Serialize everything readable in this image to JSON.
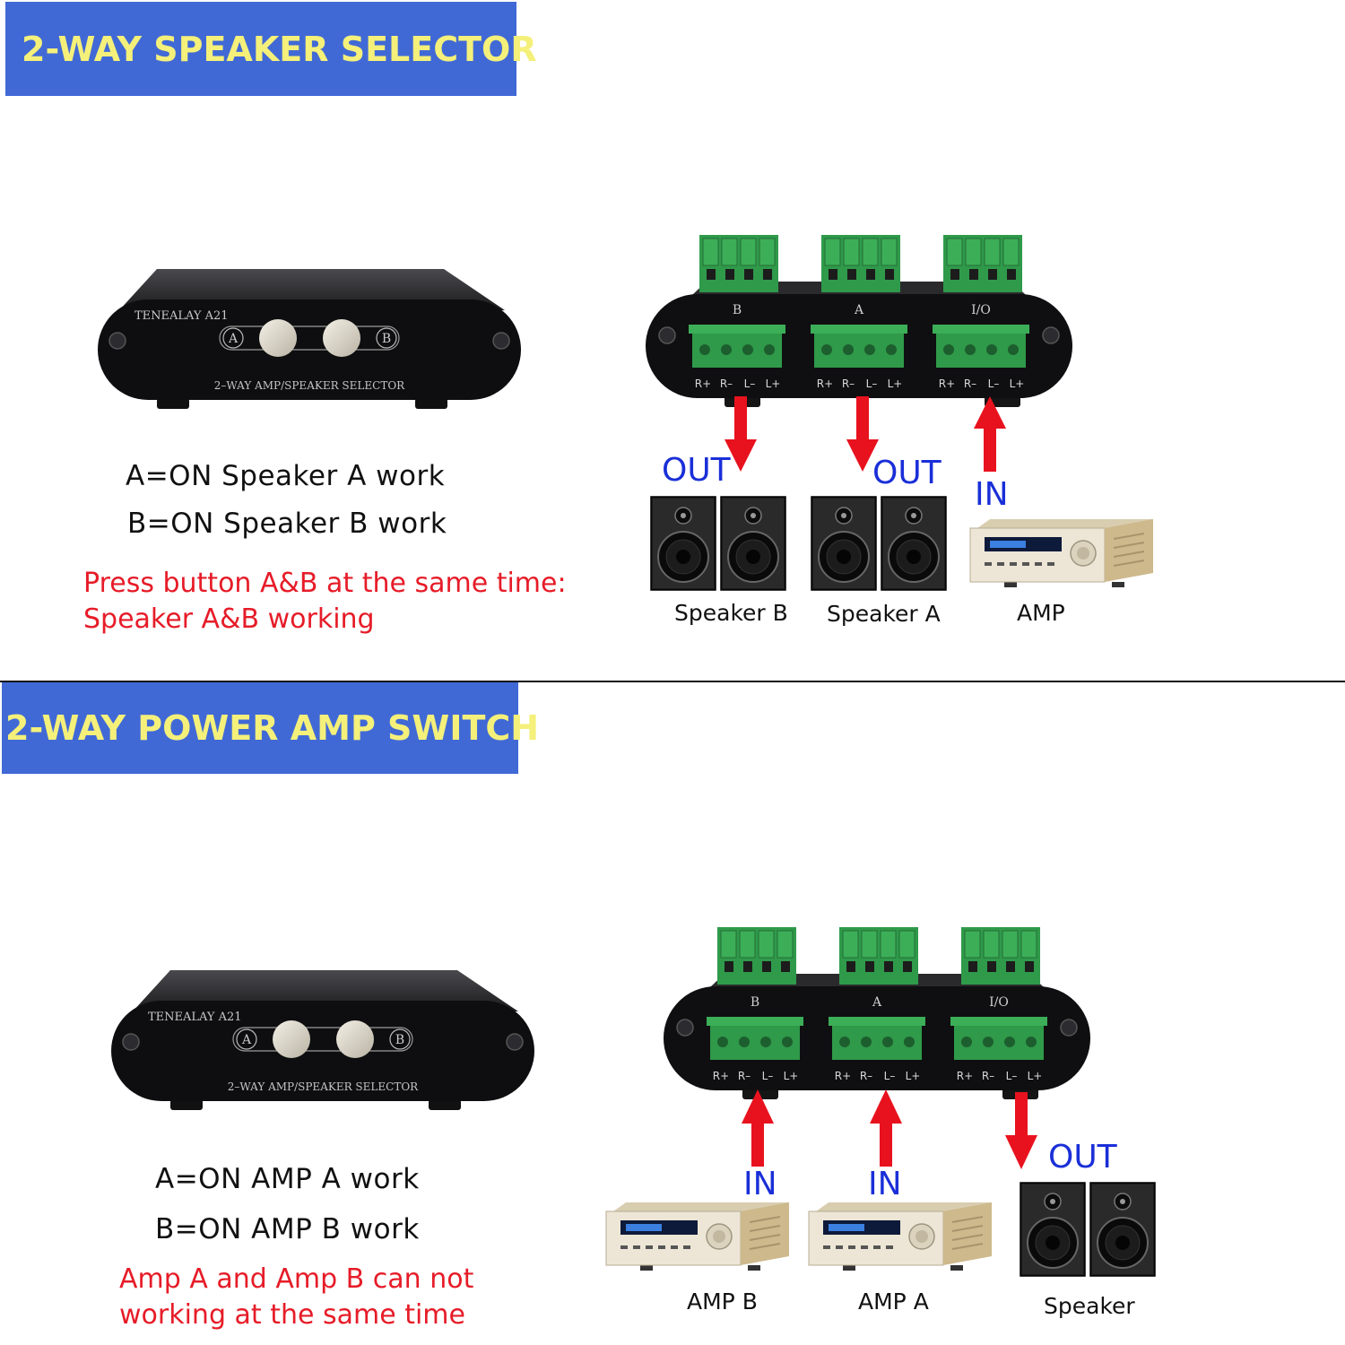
{
  "colors": {
    "banner_bg": "#4169d6",
    "banner_text": "#f4f07a",
    "arrow": "#e8121e",
    "note_red": "#e61c28",
    "label_blue": "#1a2fd8"
  },
  "icons": [
    "arrow-down-icon",
    "arrow-up-icon",
    "speaker-icon",
    "amplifier-icon",
    "terminal-block-icon",
    "push-button-icon",
    "screw-icon"
  ],
  "selector_device": {
    "brand": "TENEALAY  A21",
    "button_a": "A",
    "button_b": "B",
    "caption": "2–WAY  AMP/SPEAKER  SELECTOR"
  },
  "rear_panel": {
    "ports": [
      "B",
      "A",
      "I/O"
    ],
    "pins": [
      "R+",
      "R–",
      "L–",
      "L+"
    ]
  },
  "section1": {
    "title": "2-WAY SPEAKER SELECTOR",
    "line_a": "A=ON Speaker A work",
    "line_b": "B=ON Speaker B work",
    "note_1": "Press button A&B at the same time:",
    "note_2": "Speaker A&B working",
    "flow_b": "OUT",
    "flow_a": "OUT",
    "flow_io": "IN",
    "label_b": "Speaker B",
    "label_a": "Speaker A",
    "label_io": "AMP"
  },
  "section2": {
    "title": "2-WAY POWER AMP SWITCH",
    "line_a": "A=ON AMP A work",
    "line_b": "B=ON AMP B work",
    "note_1": "Amp A and Amp B can not",
    "note_2": "working at the same time",
    "flow_b": "IN",
    "flow_a": "IN",
    "flow_io": "OUT",
    "label_b": "AMP B",
    "label_a": "AMP A",
    "label_io": "Speaker"
  }
}
